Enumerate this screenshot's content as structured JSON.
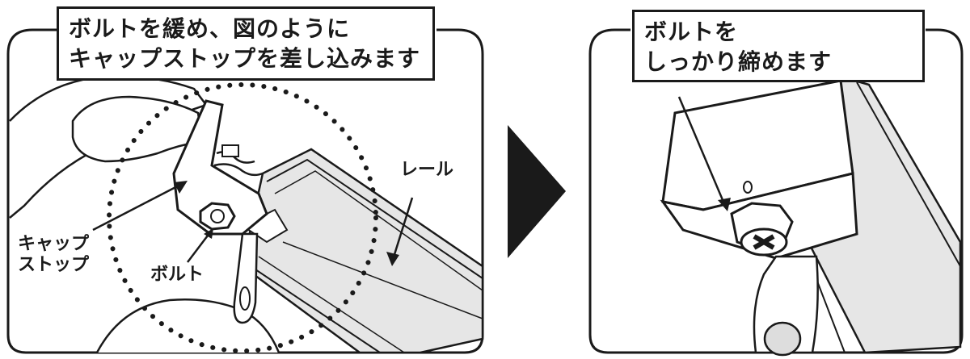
{
  "panels": {
    "left": {
      "caption_line1": "ボルトを緩め、図のように",
      "caption_line2": "キャップストップを差し込みます",
      "labels": {
        "rail": "レール",
        "cap_stop_line1": "キャップ",
        "cap_stop_line2": "ストップ",
        "bolt": "ボルト"
      }
    },
    "right": {
      "caption_line1": "ボルトを",
      "caption_line2": "しっかり締めます"
    }
  },
  "colors": {
    "ink": "#1a1a1a",
    "rail_fill": "#e6e6e6",
    "background": "#ffffff"
  },
  "icons": {
    "arrow": "play-triangle-icon"
  }
}
